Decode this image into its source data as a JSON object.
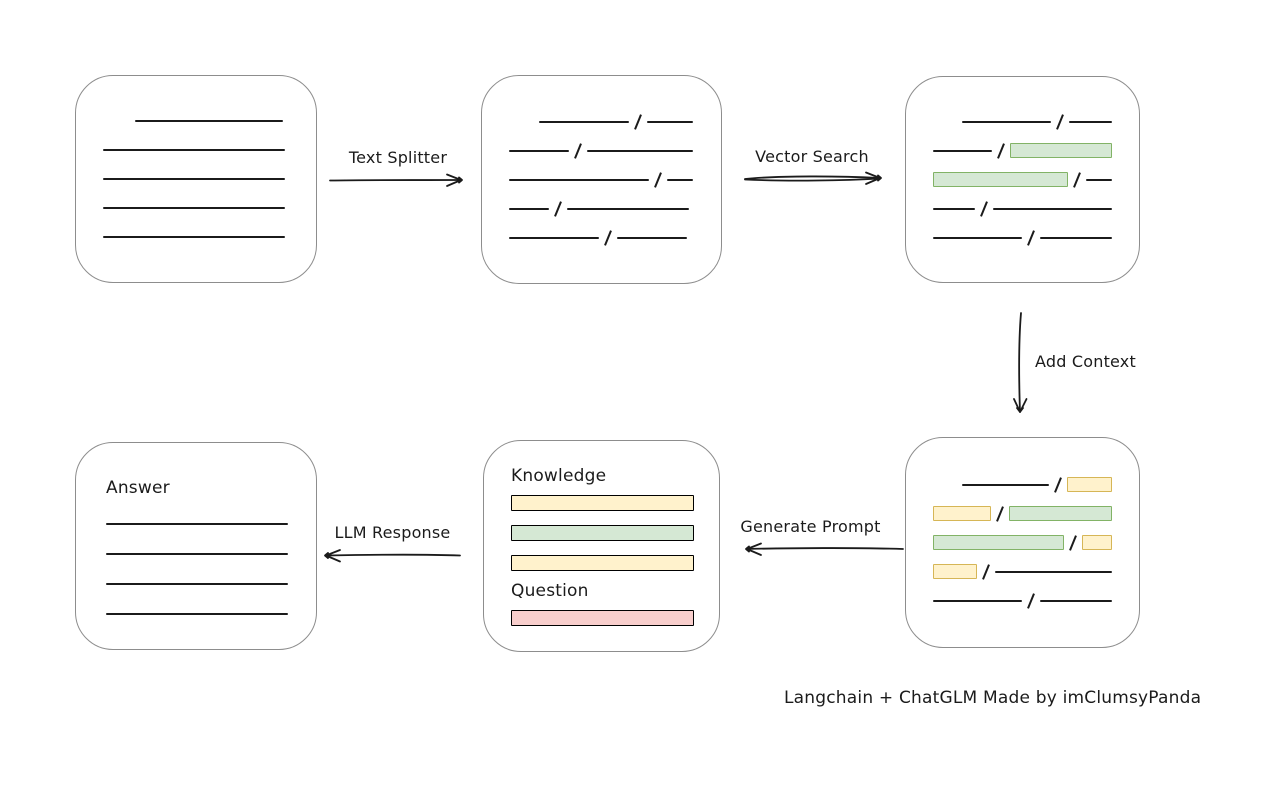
{
  "caption": "Langchain + ChatGLM Made by imClumsyPanda",
  "colors": {
    "background": "#ffffff",
    "line": "#1b1b1b",
    "arrow": "#1b1b1b",
    "box_border": "#8d8d8d",
    "green_fill": "#d5e8d4",
    "green_border": "#82b366",
    "yellow_fill": "#fff2cc",
    "yellow_border": "#d6b656",
    "red_fill": "#f8cecc",
    "red_border": "#b85450"
  },
  "arrows": {
    "text_splitter": {
      "label": "Text Splitter",
      "direction": "right"
    },
    "vector_search": {
      "label": "Vector Search",
      "direction": "right"
    },
    "add_context": {
      "label": "Add Context",
      "direction": "down"
    },
    "generate_prompt": {
      "label": "Generate Prompt",
      "direction": "left"
    },
    "llm_response": {
      "label": "LLM Response",
      "direction": "left"
    }
  },
  "boxes": {
    "document": {
      "rows": [
        [
          {
            "t": "pad",
            "w": 32
          },
          {
            "t": "line",
            "w": 148
          }
        ],
        [
          {
            "t": "line",
            "w": 182
          }
        ],
        [
          {
            "t": "line",
            "w": 182
          }
        ],
        [
          {
            "t": "line",
            "w": 182
          }
        ],
        [
          {
            "t": "line",
            "w": 182
          }
        ]
      ]
    },
    "chunks": {
      "rows": [
        [
          {
            "t": "pad",
            "w": 30
          },
          {
            "t": "line",
            "w": 90
          },
          {
            "t": "slash"
          },
          {
            "t": "line",
            "w": 46
          }
        ],
        [
          {
            "t": "line",
            "w": 60
          },
          {
            "t": "slash"
          },
          {
            "t": "line",
            "w": 106
          }
        ],
        [
          {
            "t": "line",
            "w": 140
          },
          {
            "t": "slash"
          },
          {
            "t": "line",
            "w": 26
          }
        ],
        [
          {
            "t": "line",
            "w": 40
          },
          {
            "t": "slash"
          },
          {
            "t": "line",
            "w": 122
          }
        ],
        [
          {
            "t": "line",
            "w": 90
          },
          {
            "t": "slash"
          },
          {
            "t": "line",
            "w": 70
          }
        ]
      ]
    },
    "search_result": {
      "rows": [
        [
          {
            "t": "pad",
            "w": 30
          },
          {
            "t": "line",
            "w": 92
          },
          {
            "t": "slash"
          },
          {
            "t": "line",
            "w": 45
          }
        ],
        [
          {
            "t": "line",
            "w": 62
          },
          {
            "t": "slash"
          },
          {
            "t": "bar",
            "c": "green",
            "w": 107
          }
        ],
        [
          {
            "t": "bar",
            "c": "green",
            "w": 138
          },
          {
            "t": "slash"
          },
          {
            "t": "line",
            "w": 27
          }
        ],
        [
          {
            "t": "line",
            "w": 43
          },
          {
            "t": "slash"
          },
          {
            "t": "line",
            "w": 120
          }
        ],
        [
          {
            "t": "line",
            "w": 92
          },
          {
            "t": "slash"
          },
          {
            "t": "line",
            "w": 75
          }
        ]
      ]
    },
    "context": {
      "rows": [
        [
          {
            "t": "pad",
            "w": 30
          },
          {
            "t": "line",
            "w": 92
          },
          {
            "t": "slash"
          },
          {
            "t": "bar",
            "c": "yellow",
            "w": 47
          }
        ],
        [
          {
            "t": "bar",
            "c": "yellow",
            "w": 60
          },
          {
            "t": "slash"
          },
          {
            "t": "bar",
            "c": "green",
            "w": 107
          }
        ],
        [
          {
            "t": "bar",
            "c": "green",
            "w": 138
          },
          {
            "t": "slash"
          },
          {
            "t": "bar",
            "c": "yellow",
            "w": 32
          }
        ],
        [
          {
            "t": "bar",
            "c": "yellow",
            "w": 45
          },
          {
            "t": "slash"
          },
          {
            "t": "line",
            "w": 120
          }
        ],
        [
          {
            "t": "line",
            "w": 92
          },
          {
            "t": "slash"
          },
          {
            "t": "line",
            "w": 75
          }
        ]
      ]
    },
    "prompt": {
      "title": "Knowledge",
      "bars": [
        {
          "c": "yellow"
        },
        {
          "c": "green"
        },
        {
          "c": "yellow"
        }
      ],
      "question_title": "Question",
      "question_bars": [
        {
          "c": "red"
        }
      ]
    },
    "answer": {
      "title": "Answer",
      "line_count": 4
    }
  }
}
